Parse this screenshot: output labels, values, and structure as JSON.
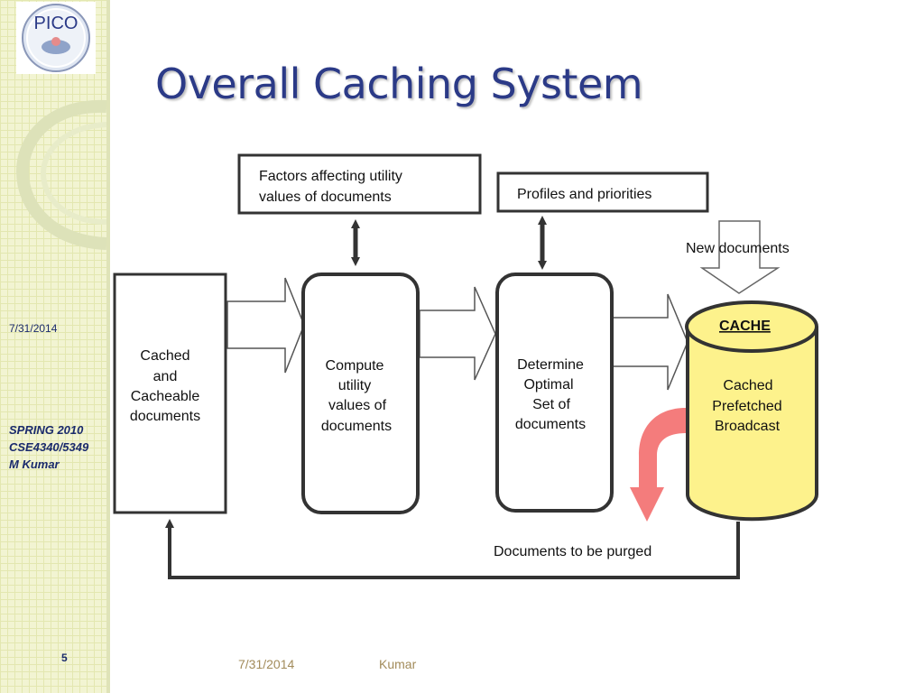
{
  "slide": {
    "title": "Overall Caching System",
    "sidebar_date": "7/31/2014",
    "course_lines": [
      "SPRING 2010",
      "CSE4340/5349",
      "M Kumar"
    ],
    "page_number": "5",
    "footer_date": "7/31/2014",
    "footer_author": "Kumar"
  },
  "logo": {
    "text": "PICO"
  },
  "diagram": {
    "factors_box": [
      "Factors affecting utility",
      "values of documents"
    ],
    "profiles_box": "Profiles and priorities",
    "new_documents": "New documents",
    "cached_box": [
      "Cached",
      "and",
      "Cacheable",
      "documents"
    ],
    "compute_box": [
      "Compute",
      "utility",
      "values of",
      "documents"
    ],
    "determine_box": [
      "Determine",
      "Optimal",
      "Set of",
      "documents"
    ],
    "cache_title": "CACHE",
    "cache_body": [
      "Cached",
      "Prefetched",
      "Broadcast"
    ],
    "purged_label": "Documents to be purged"
  },
  "colors": {
    "title": "#2b3a87",
    "cache_fill": "#fdf28c",
    "purge_arrow": "#f47c7c",
    "sidebar_text": "#1a2a6c",
    "footer_text": "#a28b5a"
  }
}
